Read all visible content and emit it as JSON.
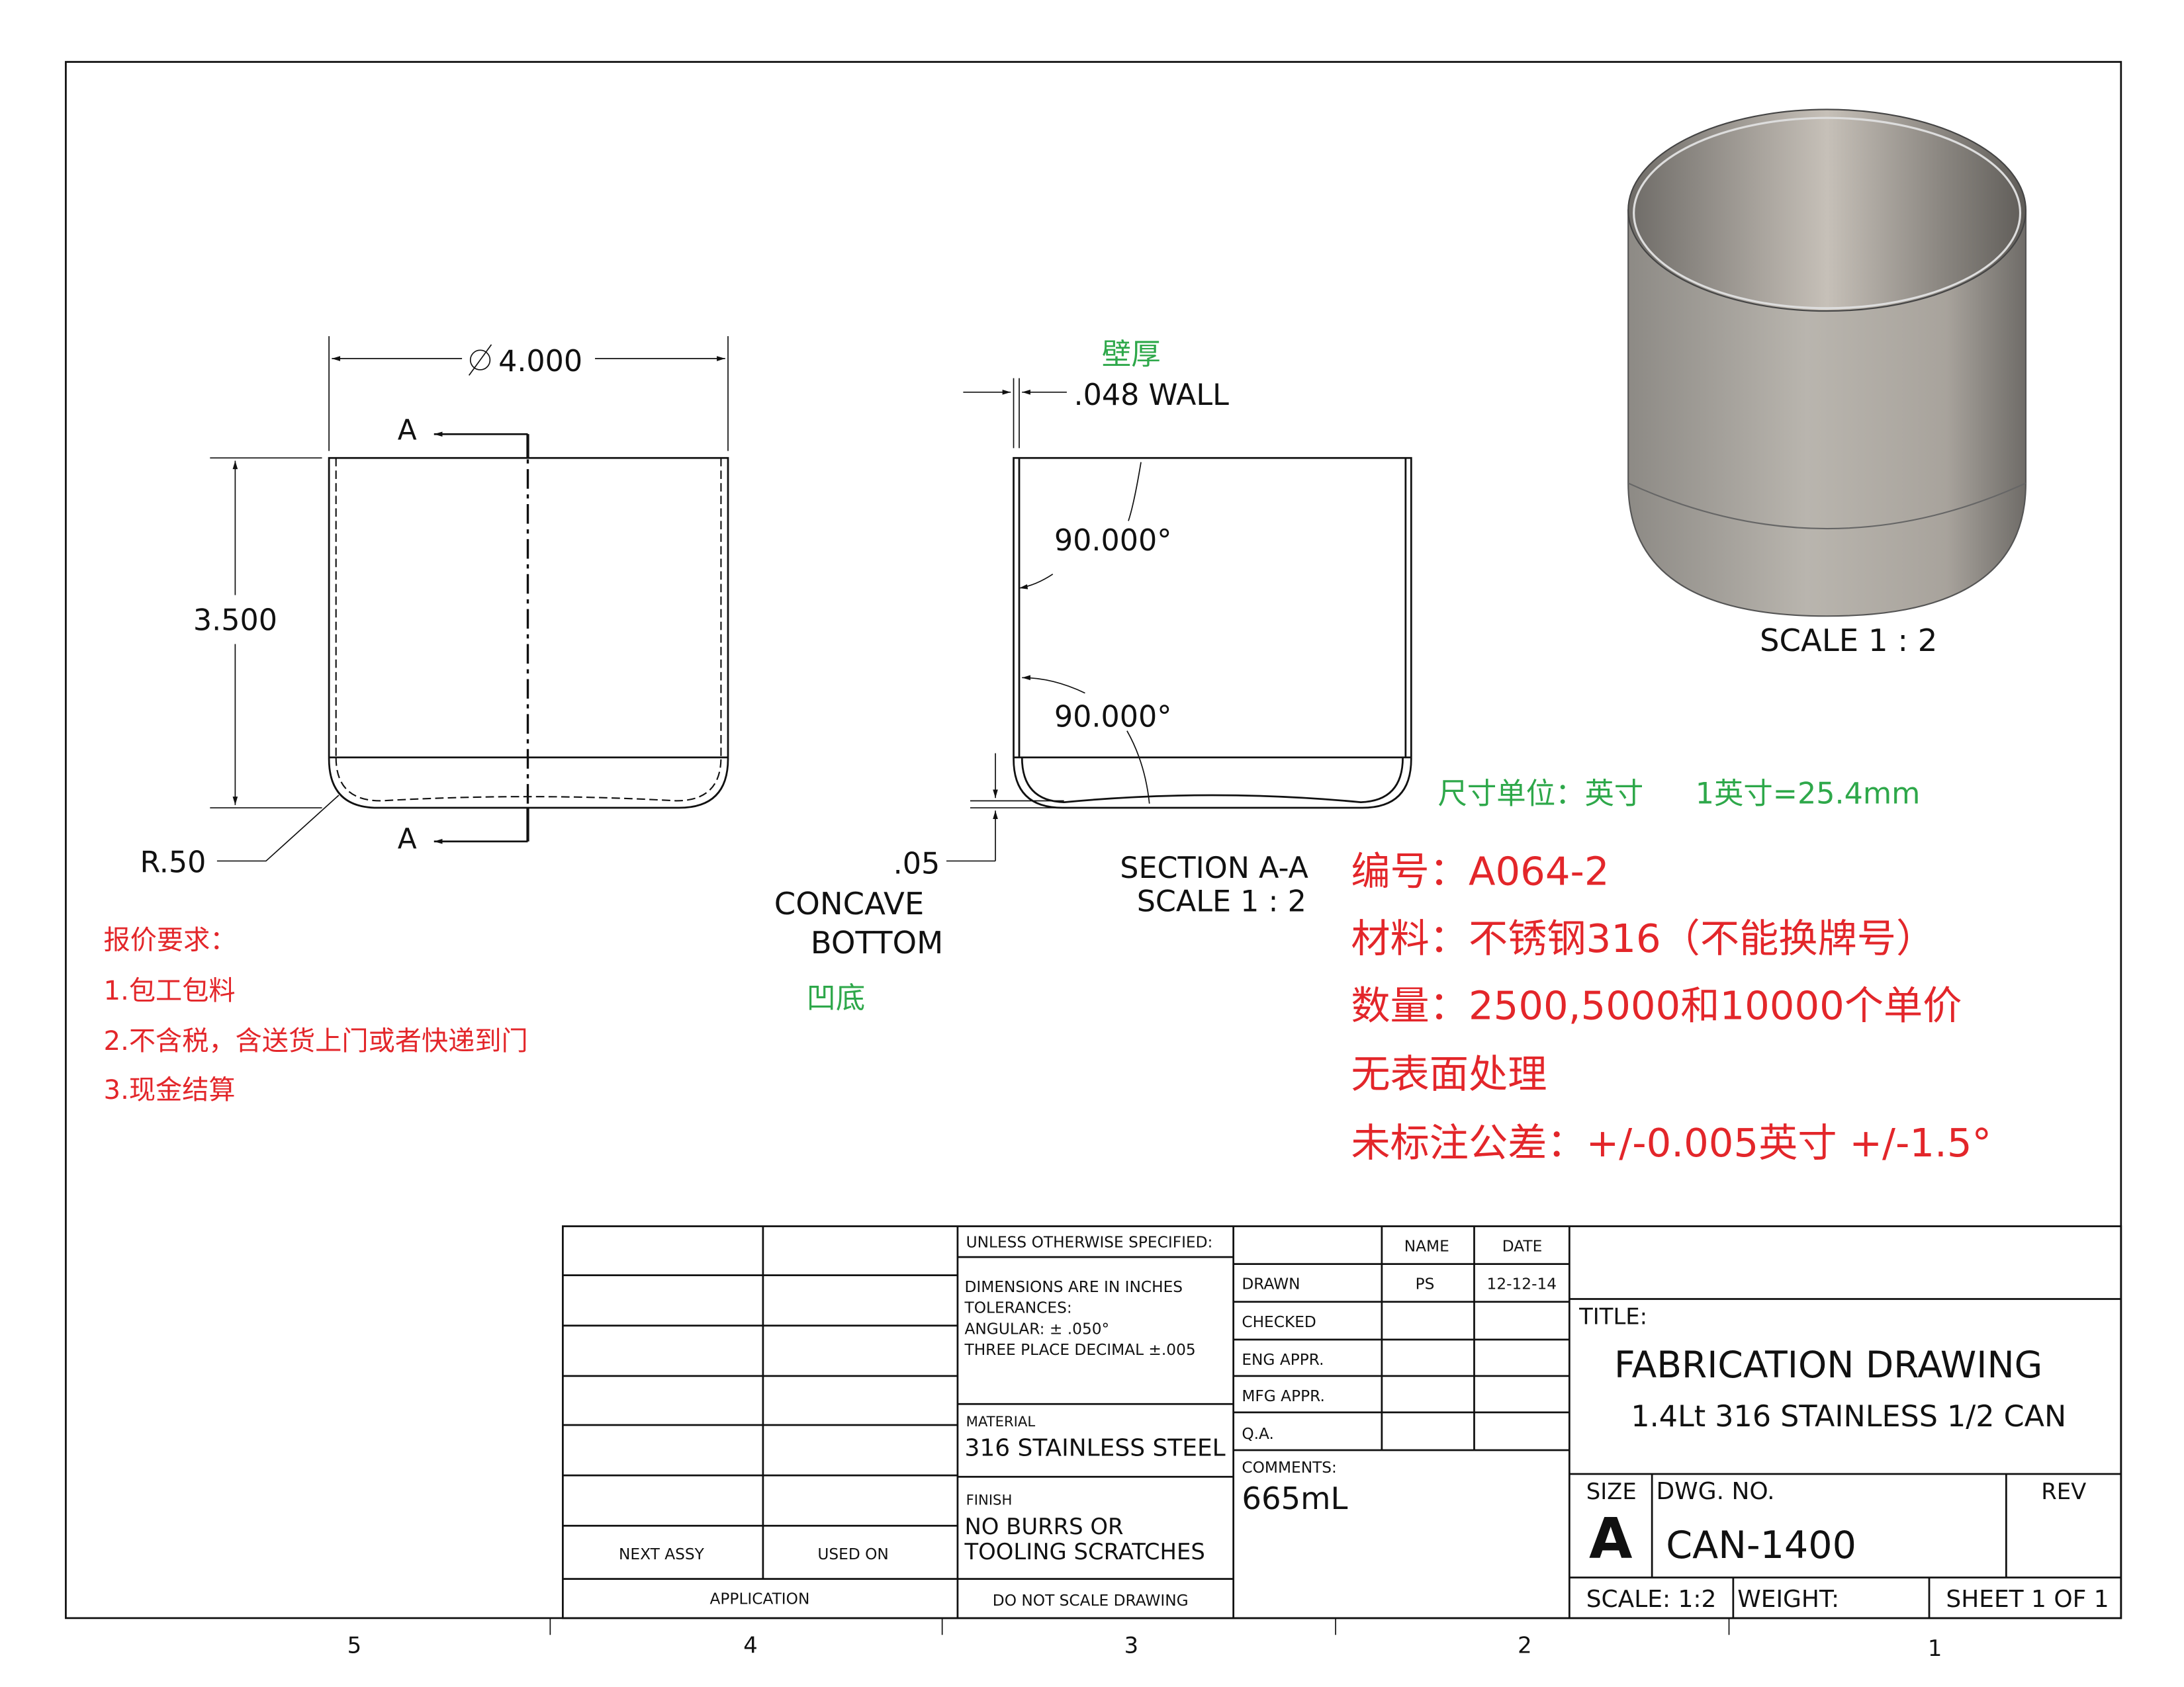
{
  "colors": {
    "red": "#e3262a",
    "green": "#2ea84a"
  },
  "front_view": {
    "diameter": "4.000",
    "height": "3.500",
    "radius": "R.50",
    "section_label_top": "A",
    "section_label_bottom": "A",
    "diameter_icon": "diameter-symbol"
  },
  "section_view": {
    "wall_cn": "壁厚",
    "wall": ".048 WALL",
    "angle_top": "90.000°",
    "angle_bottom": "90.000°",
    "concave_value": ".05",
    "concave_line1": "CONCAVE",
    "concave_line2": "BOTTOM",
    "concave_cn": "凹底",
    "title": "SECTION A-A",
    "scale": "SCALE 1 : 2"
  },
  "iso_view": {
    "scale": "SCALE 1 : 2"
  },
  "units_note": {
    "unit": "尺寸单位：英寸",
    "conversion": "1英寸=25.4mm"
  },
  "quote_notes": {
    "heading": "报价要求：",
    "items": [
      "1.包工包料",
      "2.不含税，含送货上门或者快递到门",
      "3.现金结算"
    ]
  },
  "spec_notes": [
    "编号：A064-2",
    "材料：不锈钢316（不能换牌号）",
    "数量：2500,5000和10000个单价",
    "无表面处理",
    "未标注公差：+/-0.005英寸   +/-1.5°"
  ],
  "zones": [
    "5",
    "4",
    "3",
    "2",
    "1"
  ],
  "title_block": {
    "next_assy": "NEXT ASSY",
    "used_on": "USED ON",
    "application": "APPLICATION",
    "unless": "UNLESS OTHERWISE SPECIFIED:",
    "tolerance_lines": [
      "DIMENSIONS ARE IN INCHES",
      "TOLERANCES:",
      "ANGULAR: ± .050°",
      "THREE PLACE DECIMAL   ±.005"
    ],
    "material_label": "MATERIAL",
    "material": "316 STAINLESS STEEL",
    "finish_label": "FINISH",
    "finish_lines": [
      "NO BURRS OR",
      "TOOLING SCRATCHES"
    ],
    "do_not_scale": "DO NOT SCALE DRAWING",
    "name_header": "NAME",
    "date_header": "DATE",
    "rows": [
      {
        "label": "DRAWN",
        "name": "PS",
        "date": "12-12-14"
      },
      {
        "label": "CHECKED",
        "name": "",
        "date": ""
      },
      {
        "label": "ENG APPR.",
        "name": "",
        "date": ""
      },
      {
        "label": "MFG APPR.",
        "name": "",
        "date": ""
      },
      {
        "label": "Q.A.",
        "name": "",
        "date": ""
      }
    ],
    "comments_label": "COMMENTS:",
    "comments": "665mL",
    "title_label": "TITLE:",
    "title_line1": "FABRICATION DRAWING",
    "title_line2": "1.4Lt 316 STAINLESS 1/2 CAN",
    "size_label": "SIZE",
    "size": "A",
    "dwg_no_label": "DWG.  NO.",
    "dwg_no": "CAN-1400",
    "rev_label": "REV",
    "scale": "SCALE: 1:2",
    "weight": "WEIGHT:",
    "sheet": "SHEET 1 OF 1"
  }
}
